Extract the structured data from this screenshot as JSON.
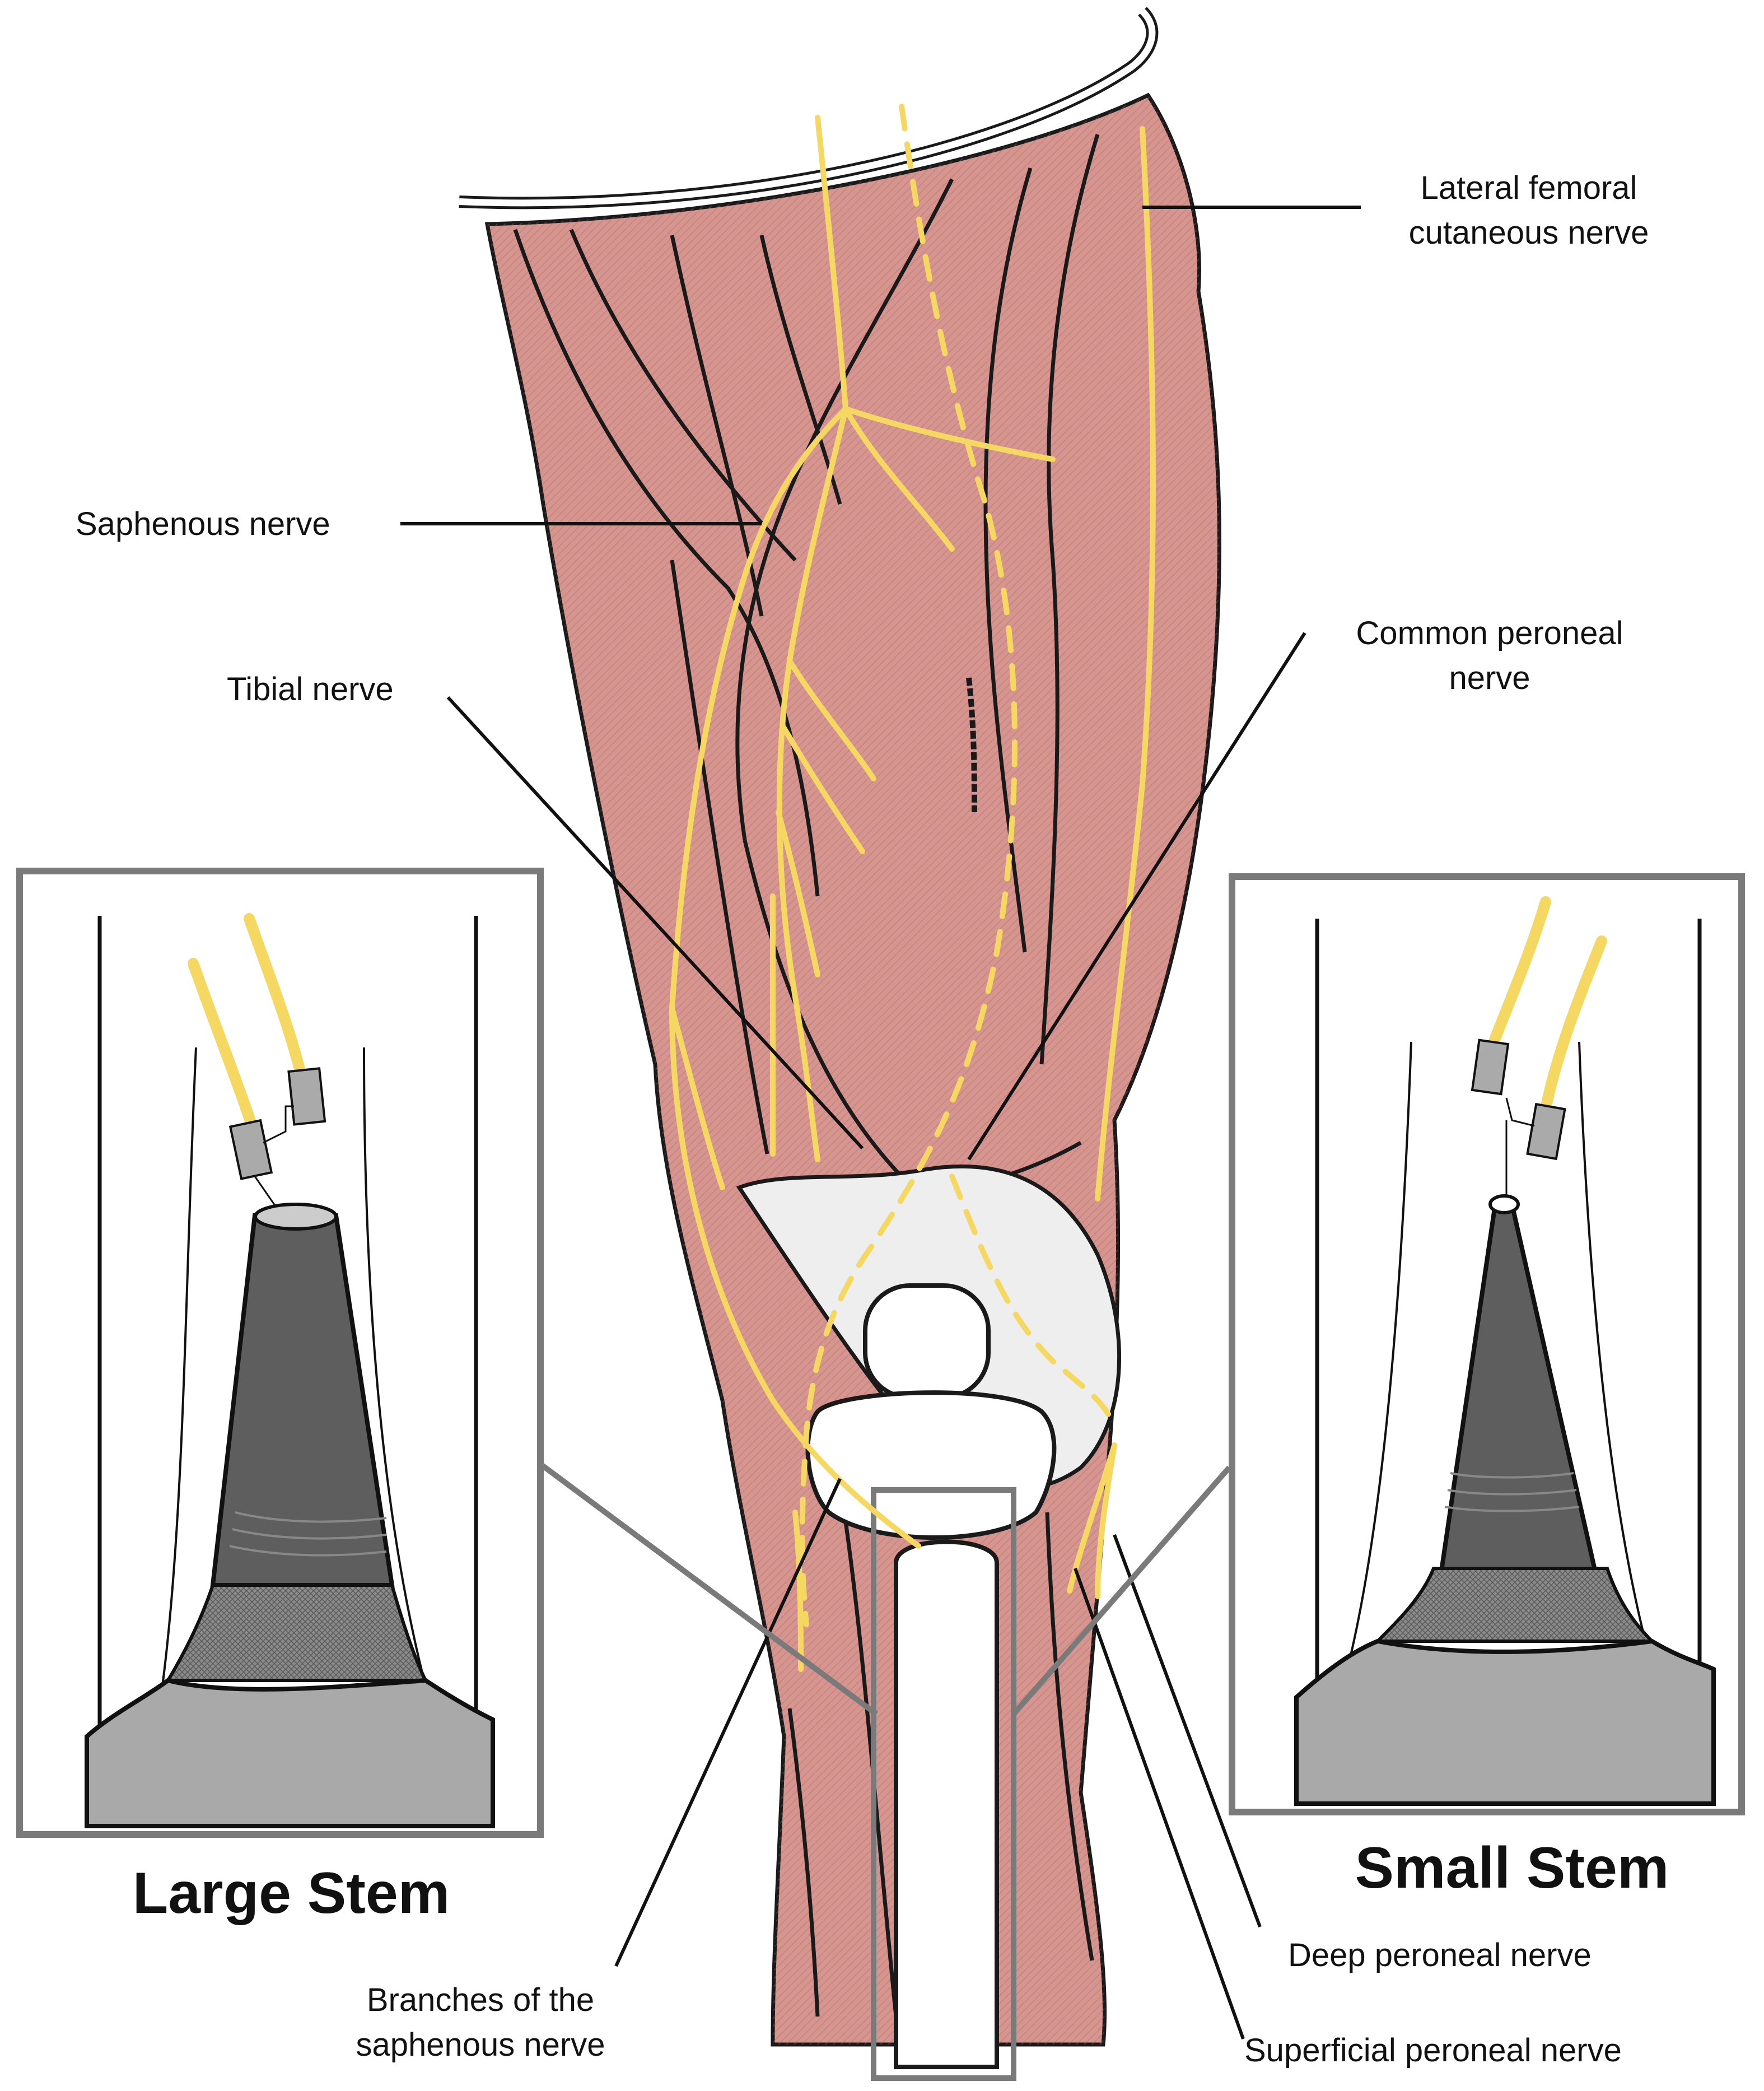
{
  "labels": {
    "lateral_femoral_line1": "Lateral femoral",
    "lateral_femoral_line2": "cutaneous nerve",
    "saphenous": "Saphenous nerve",
    "tibial": "Tibial nerve",
    "common_peroneal_line1": "Common peroneal",
    "common_peroneal_line2": "nerve",
    "deep_peroneal": "Deep peroneal nerve",
    "superficial_peroneal": "Superficial peroneal nerve",
    "branches_line1": "Branches of the",
    "branches_line2": "saphenous nerve"
  },
  "insets": {
    "large_title": "Large Stem",
    "small_title": "Small Stem"
  },
  "colors": {
    "muscle": "#d79590",
    "muscle_stroke": "#1a1a1a",
    "nerve": "#f5d862",
    "joint_fill": "#eeeeee",
    "probe_dark": "#5e5e5e",
    "probe_base": "#a9a9a9",
    "frame": "#7a7a7a"
  },
  "icons": [
    "thigh-muscle-illustration",
    "nerve-lines",
    "ultrasound-probe-large",
    "ultrasound-probe-small",
    "electrode-clip"
  ]
}
